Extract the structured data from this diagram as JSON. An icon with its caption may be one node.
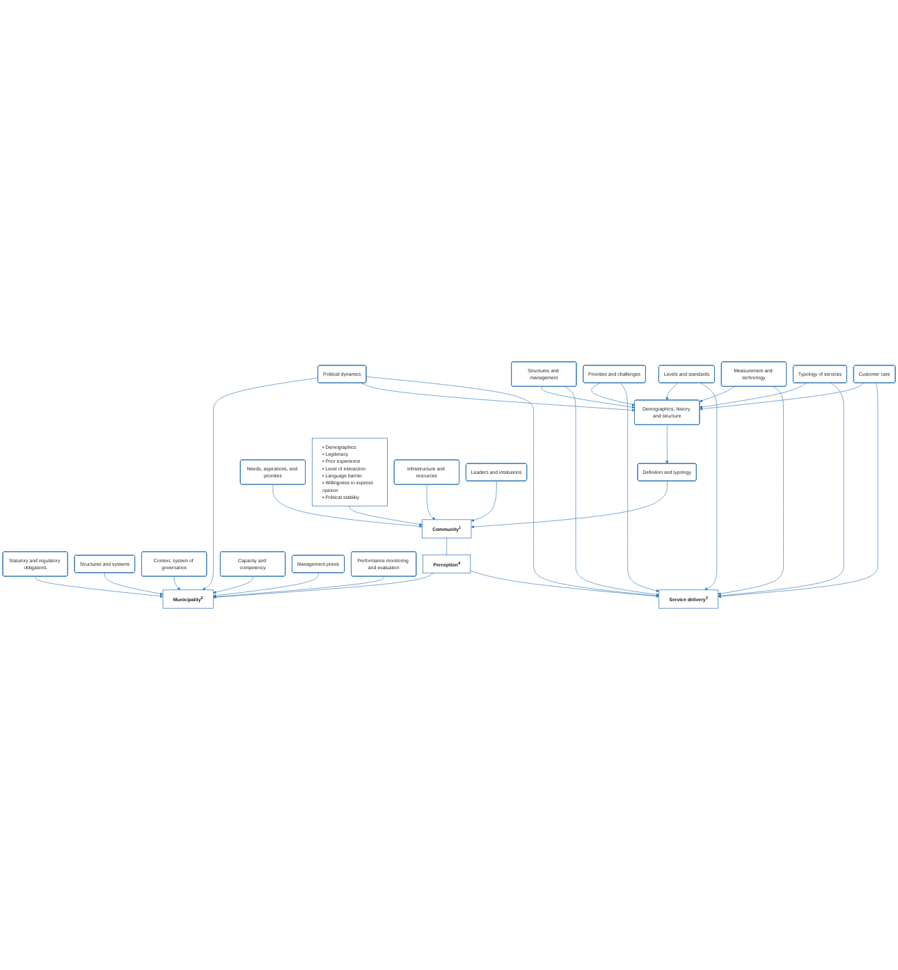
{
  "diagram": {
    "nodes": [
      {
        "text": [
          "Customer care"
        ]
      },
      {
        "text": [
          "Typology of services"
        ]
      },
      {
        "text": [
          "Measurement and technology"
        ]
      },
      {
        "text": [
          "Levels and standards"
        ]
      },
      {
        "text": [
          "Priorities and challenges"
        ]
      },
      {
        "text": [
          "Demographics, history and structure"
        ]
      },
      {
        "text": [
          "Political dynamics"
        ]
      },
      {
        "text": [
          "Statutory and regulatory obligations"
        ]
      },
      {
        "text": [
          "Structures and systems"
        ]
      },
      {
        "text": [
          "Definition and typology"
        ]
      },
      {
        "text": [
          "Structures and management"
        ]
      },
      {
        "text": [
          "Context, system of governance"
        ]
      },
      {
        "text": [
          "Community$^{1}$"
        ]
      },
      {
        "text": [
          "Service delivery$^{3}$"
        ]
      },
      {
        "text": [
          "Perception$^{4}$"
        ]
      },
      {
        "text": [
          "Municipality$^{2}$"
        ]
      },
      {
        "text": [
          "Needs, aspirations, and priorities"
        ]
      },
      {
        "text": [
          "• Demographics",
          "• Legitimacy",
          "• Prior experience",
          "• Level of interaction",
          "• Language barrier",
          "• Willingness to express opinion",
          "• Political stability"
        ]
      },
      {
        "text": [
          "Capacity and competency"
        ]
      },
      {
        "text": [
          "Infrastructure and resources"
        ]
      },
      {
        "text": [
          "Management praxis"
        ]
      },
      {
        "text": [
          "Leaders and institutions"
        ]
      },
      {
        "text": [
          "Performance monitoring and evaluation"
        ]
      }
    ],
    "edges": [
      {
        "from": 0,
        "to": 13,
        "arrow": "to"
      },
      {
        "from": 1,
        "to": 13,
        "arrow": "to"
      },
      {
        "from": 2,
        "to": 13,
        "arrow": "to"
      },
      {
        "from": 3,
        "to": 13,
        "arrow": "to"
      },
      {
        "from": 4,
        "to": 13,
        "arrow": "to"
      },
      {
        "from": 6,
        "to": 13,
        "arrow": "to"
      },
      {
        "from": 10,
        "to": 13,
        "arrow": "to"
      },
      {
        "from": 0,
        "to": 5,
        "arrow": "to"
      },
      {
        "from": 1,
        "to": 5,
        "arrow": "to"
      },
      {
        "from": 2,
        "to": 5,
        "arrow": "to"
      },
      {
        "from": 3,
        "to": 5,
        "arrow": "to"
      },
      {
        "from": 4,
        "to": 5,
        "arrow": "to"
      },
      {
        "from": 6,
        "to": 5,
        "arrow": "to"
      },
      {
        "from": 10,
        "to": 5,
        "arrow": "to"
      },
      {
        "from": 5,
        "to": 9,
        "arrow": "to"
      },
      {
        "from": 9,
        "to": 12,
        "arrow": "to"
      },
      {
        "from": 7,
        "to": 15,
        "arrow": "to"
      },
      {
        "from": 8,
        "to": 15,
        "arrow": "to"
      },
      {
        "from": 11,
        "to": 15,
        "arrow": "to"
      },
      {
        "from": 6,
        "to": 15,
        "arrow": "to"
      },
      {
        "from": 12,
        "to": 14,
        "arrow": "none"
      },
      {
        "from": 14,
        "to": 13,
        "arrow": "to"
      },
      {
        "from": 14,
        "to": 15,
        "arrow": "to"
      },
      {
        "from": 16,
        "to": 12,
        "arrow": "to"
      },
      {
        "from": 19,
        "to": 12,
        "arrow": "to"
      },
      {
        "from": 21,
        "to": 12,
        "arrow": "to"
      },
      {
        "from": 17,
        "to": 12,
        "arrow": "to"
      },
      {
        "from": 18,
        "to": 15,
        "arrow": "to"
      },
      {
        "from": 20,
        "to": 15,
        "arrow": "to"
      },
      {
        "from": 22,
        "to": 15,
        "arrow": "to"
      }
    ]
  }
}
